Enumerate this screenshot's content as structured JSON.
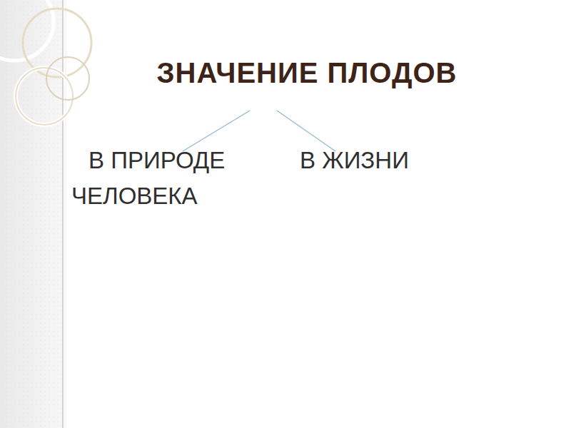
{
  "diagram": {
    "title": "ЗНАЧЕНИЕ ПЛОДОВ",
    "labels": [
      "В ПРИРОДЕ",
      "В ЖИЗНИ ЧЕЛОВЕКА"
    ]
  }
}
